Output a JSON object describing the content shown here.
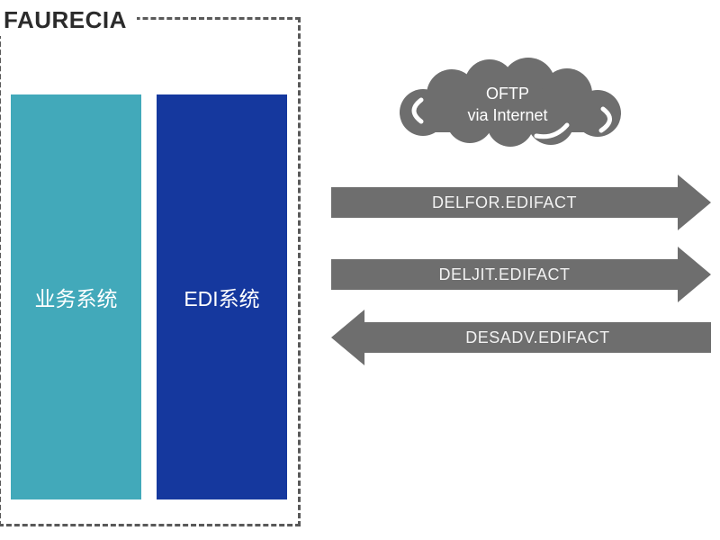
{
  "company": {
    "label": "FAURECIA"
  },
  "systems": [
    {
      "label": "业务系统",
      "color": "#42a9ba"
    },
    {
      "label": "EDI系统",
      "color": "#15389e"
    }
  ],
  "cloud": {
    "line1": "OFTP",
    "line2": "via Internet",
    "color": "#6e6e6e"
  },
  "messages": [
    {
      "label": "DELFOR.EDIFACT",
      "direction": "right"
    },
    {
      "label": "DELJIT.EDIFACT",
      "direction": "right"
    },
    {
      "label": "DESADV.EDIFACT",
      "direction": "left"
    }
  ],
  "colors": {
    "boundary_dash": "#595959",
    "arrow_gray": "#6e6e6e",
    "label_text": "#2b2b2b",
    "bar_text": "#ffffff"
  }
}
